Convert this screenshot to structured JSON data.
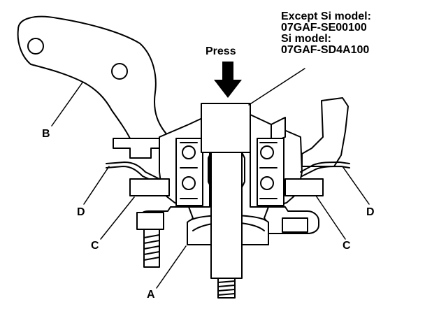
{
  "tool_note": {
    "line1": "Except Si model:",
    "line2": "07GAF-SE00100",
    "line3": "Si model:",
    "line4": "07GAF-SD4A100"
  },
  "press_label": "Press",
  "callouts": {
    "a": "A",
    "b": "B",
    "c_left": "C",
    "c_right": "C",
    "d_left": "D",
    "d_right": "D"
  },
  "colors": {
    "ink": "#000000",
    "paper": "#ffffff"
  }
}
